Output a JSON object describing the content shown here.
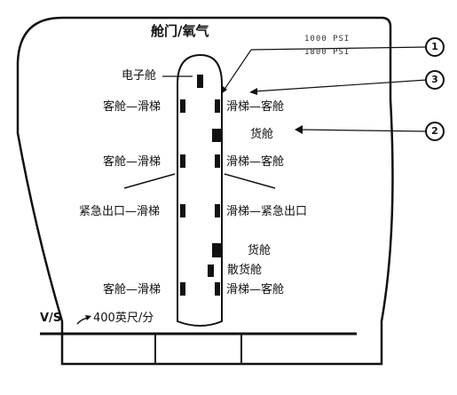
{
  "title": "舱门/氧气",
  "labels": {
    "e_bay": "电子舱",
    "l_door1": "客舱—滑梯",
    "l_door2": "客舱—滑梯",
    "l_emer": "紧急出口—滑梯",
    "l_door3": "客舱—滑梯",
    "r_door1": "滑梯—客舱",
    "fwd_cargo": "货舱",
    "r_door2": "滑梯—客舱",
    "r_emer": "滑梯—紧急出口",
    "aft_cargo": "货舱",
    "bulk_cargo": "散货舱",
    "r_door3": "滑梯—客舱"
  },
  "callouts": [
    "1",
    "3",
    "2"
  ],
  "header_readout": [
    "1000 PSI",
    "1800 PSI"
  ],
  "vs_readout": {
    "label": "V/S",
    "value": "400英尺/分"
  }
}
